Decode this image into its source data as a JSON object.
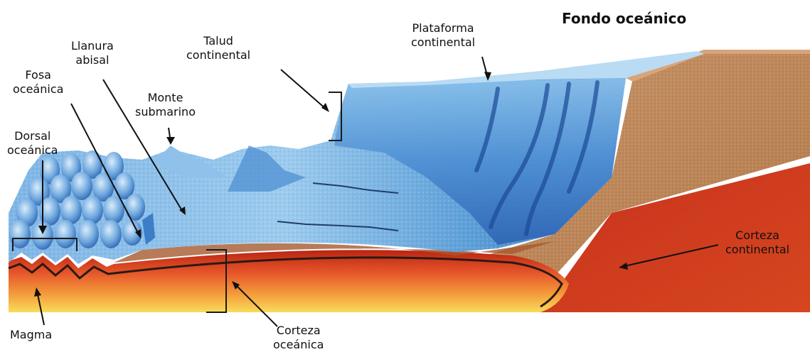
{
  "title": "Fondo oceánico",
  "labels": {
    "plataforma": [
      "Plataforma",
      "continental"
    ],
    "talud": [
      "Talud",
      "continental"
    ],
    "llanura": [
      "Llanura",
      "abisal"
    ],
    "fosa": [
      "Fosa",
      "oceánica"
    ],
    "monte": [
      "Monte",
      "submarino"
    ],
    "dorsal": [
      "Dorsal",
      "oceánica"
    ],
    "corteza_continental": [
      "Corteza",
      "continental"
    ],
    "corteza_oceanica": [
      "Corteza",
      "oceánica"
    ],
    "magma": "Magma"
  },
  "colors": {
    "ocean_light": "#a9d4f0",
    "ocean_mid": "#5d9fd8",
    "ocean_deep": "#2e64b0",
    "continental_crust": "#c08a5a",
    "mantle_red": "#d53a20",
    "mantle_yellow": "#f7d24a"
  }
}
